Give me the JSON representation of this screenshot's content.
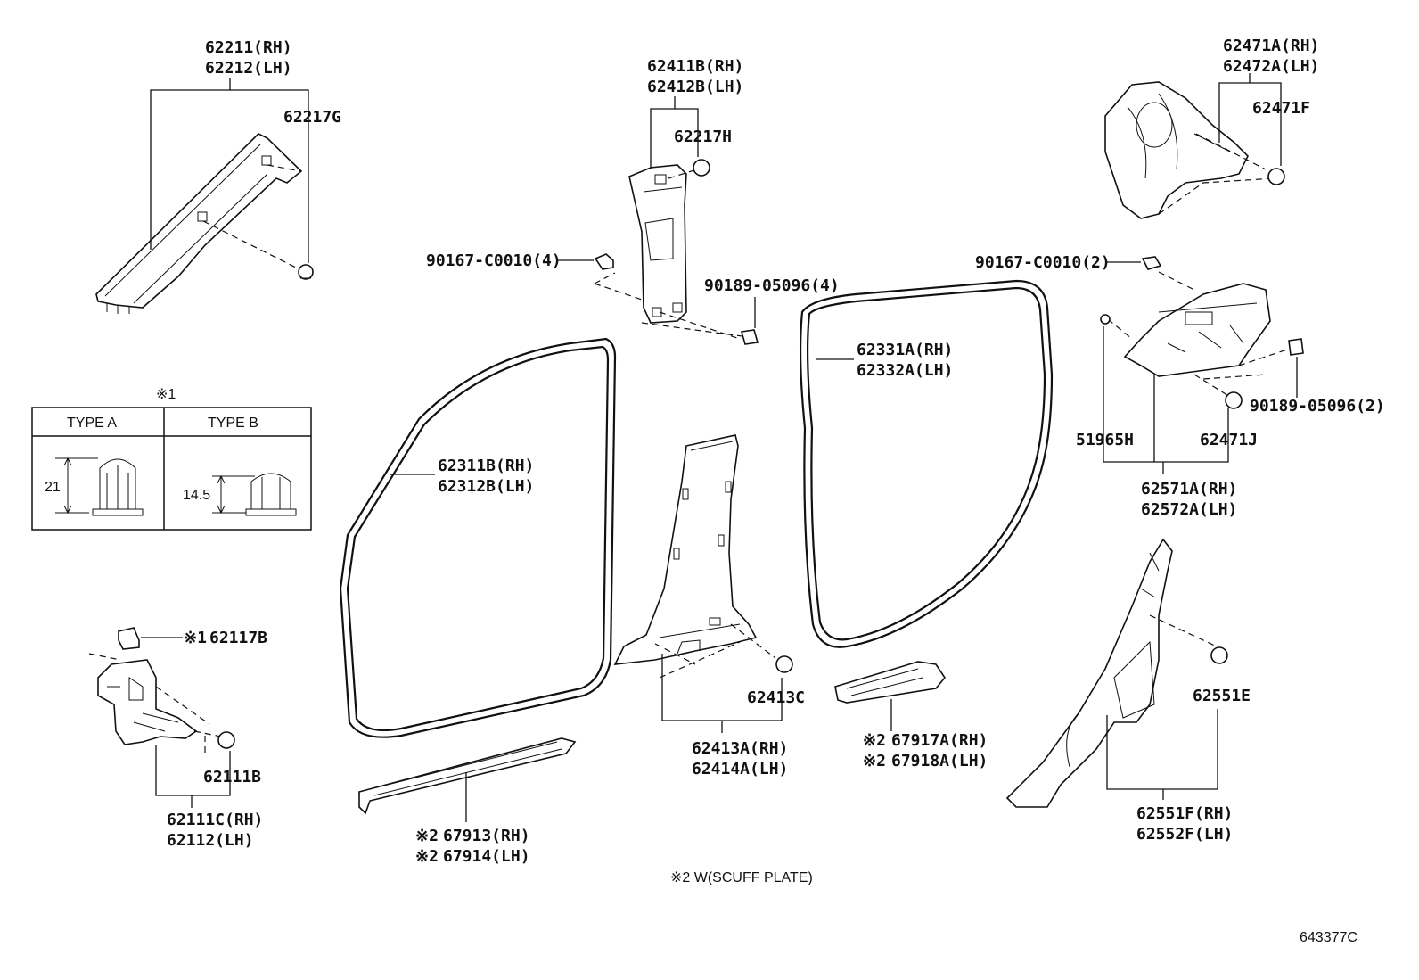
{
  "callouts": {
    "a_pillar": {
      "rh": "62211(RH)",
      "lh": "62212(LH)",
      "clip": "62217G"
    },
    "b_pillar_upper": {
      "rh": "62411B(RH)",
      "lh": "62412B(LH)",
      "clip": "62217H",
      "screw": "90167-C0010(4)",
      "nut": "90189-05096(4)"
    },
    "c_pillar": {
      "rh": "62471A(RH)",
      "lh": "62472A(LH)",
      "clip": "62471F"
    },
    "quarter": {
      "screw": "90167-C0010(2)",
      "nut": "90189-05096(2)",
      "cap": "51965H",
      "clip": "62471J",
      "rh": "62571A(RH)",
      "lh": "62572A(LH)"
    },
    "front_seal": {
      "rh": "62311B(RH)",
      "lh": "62312B(LH)"
    },
    "rear_seal": {
      "rh": "62331A(RH)",
      "lh": "62332A(LH)"
    },
    "b_pillar_lower": {
      "clip": "62413C",
      "rh": "62413A(RH)",
      "lh": "62414A(LH)"
    },
    "cowl": {
      "cap": "62117B",
      "cap_mark": "※1",
      "clip": "62111B",
      "rh": "62111C(RH)",
      "lh": "62112(LH)"
    },
    "front_scuff": {
      "rh": "67913(RH)",
      "lh": "67914(LH)",
      "mark": "※2"
    },
    "rear_scuff": {
      "rh": "67917A(RH)",
      "lh": "67918A(LH)",
      "mark": "※2"
    },
    "quarter_lower": {
      "clip": "62551E",
      "rh": "62551F(RH)",
      "lh": "62552F(LH)"
    }
  },
  "type_table": {
    "note": "※1",
    "type_a": "TYPE A",
    "type_b": "TYPE B",
    "dim_a": "21",
    "dim_b": "14.5"
  },
  "footnote": "※2 W(SCUFF PLATE)",
  "figure_id": "643377C"
}
